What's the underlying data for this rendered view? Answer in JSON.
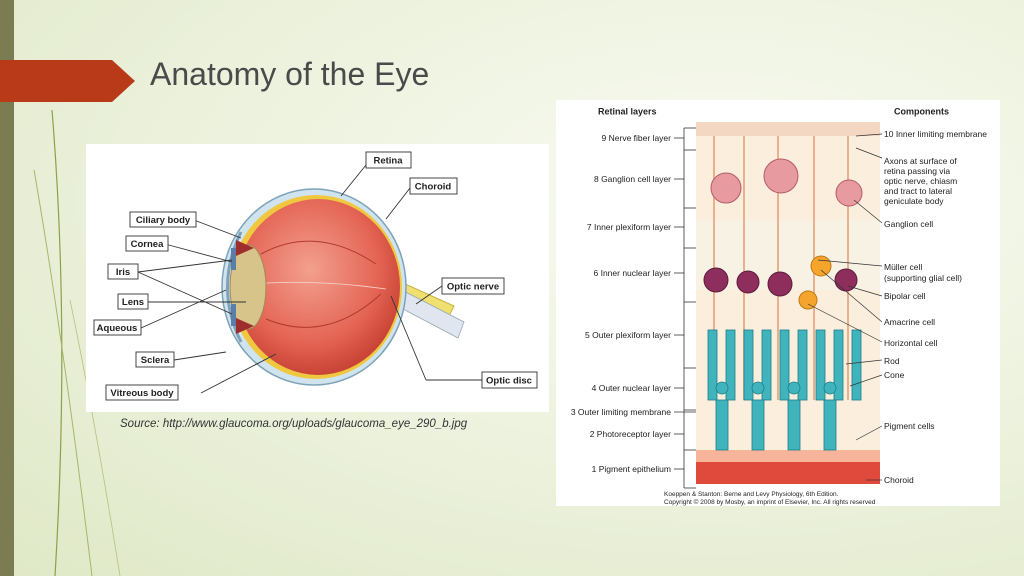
{
  "slide": {
    "title": "Anatomy of the Eye",
    "source": "Source: http://www.glaucoma.org/uploads/glaucoma_eye_290_b.jpg"
  },
  "colors": {
    "accent": "#b93a18",
    "left_bar": "#7c7c52",
    "title_text": "#4a4a4a"
  },
  "eye_diagram": {
    "labels": {
      "retina": "Retina",
      "choroid": "Choroid",
      "ciliary_body": "Ciliary body",
      "cornea": "Cornea",
      "iris": "Iris",
      "lens": "Lens",
      "aqueous": "Aqueous",
      "sclera": "Sclera",
      "vitreous_body": "Vitreous body",
      "optic_nerve": "Optic nerve",
      "optic_disc": "Optic disc"
    }
  },
  "retina_diagram": {
    "header_left": "Retinal layers",
    "header_right": "Components",
    "layers": [
      "9 Nerve fiber layer",
      "8 Ganglion cell layer",
      "7 Inner plexiform layer",
      "6 Inner nuclear layer",
      "5 Outer plexiform layer",
      "4 Outer nuclear layer",
      "3 Outer limiting membrane",
      "2 Photoreceptor layer",
      "1 Pigment epithelium"
    ],
    "components": [
      "10 Inner limiting membrane",
      "Axons at surface of",
      "retina passing via",
      "optic nerve, chiasm",
      "and tract to lateral",
      "geniculate body",
      "Ganglion cell",
      "Müller cell",
      "(supporting glial cell)",
      "Bipolar cell",
      "Amacrine cell",
      "Horizontal cell",
      "Rod",
      "Cone",
      "Pigment cells",
      "Choroid"
    ],
    "credit_line1": "Koeppen & Stanton: Berne and Levy Physiology, 6th Edition.",
    "credit_line2": "Copyright © 2008 by Mosby, an imprint of Elsevier, Inc. All rights reserved"
  }
}
